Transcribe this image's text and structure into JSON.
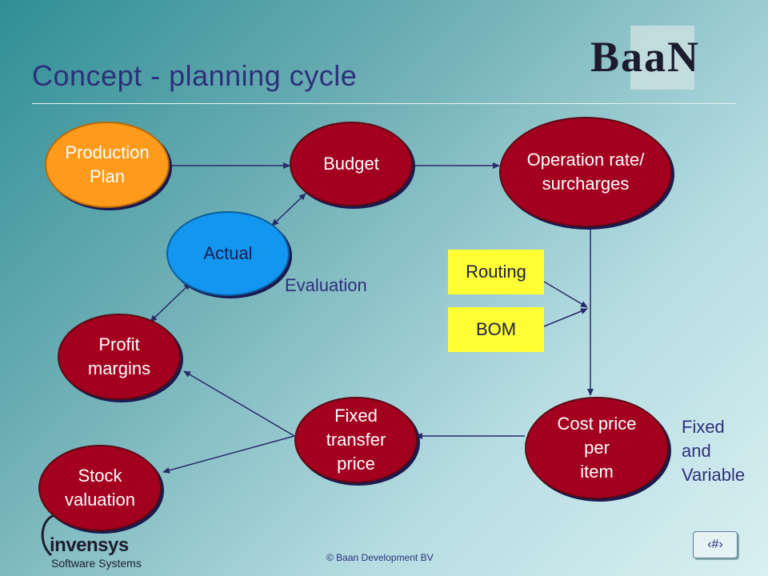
{
  "slide": {
    "title": "Concept - planning cycle",
    "logo": "BaaN",
    "footer": "© Baan Development BV",
    "page_indicator": "‹#›"
  },
  "company": {
    "name": "invensys",
    "subtitle": "Software Systems"
  },
  "nodes": {
    "production_plan": "Production\nPlan",
    "budget": "Budget",
    "operation_rate": "Operation rate/\nsurcharges",
    "actual": "Actual",
    "profit_margins": "Profit\nmargins",
    "fixed_transfer_price": "Fixed\ntransfer\nprice",
    "cost_price_per_item": "Cost price\nper\nitem",
    "stock_valuation": "Stock\nvaluation",
    "routing": "Routing",
    "bom": "BOM"
  },
  "labels": {
    "evaluation": "Evaluation",
    "fixed_and_variable": "Fixed\nand\nVariable"
  },
  "colors": {
    "title": "#2e2f7a",
    "red_node": "#a3001f",
    "orange_node": "#ff9a1a",
    "blue_node": "#1296f0",
    "yellow_box": "#ffff33",
    "arrow": "#2a2a6a"
  }
}
